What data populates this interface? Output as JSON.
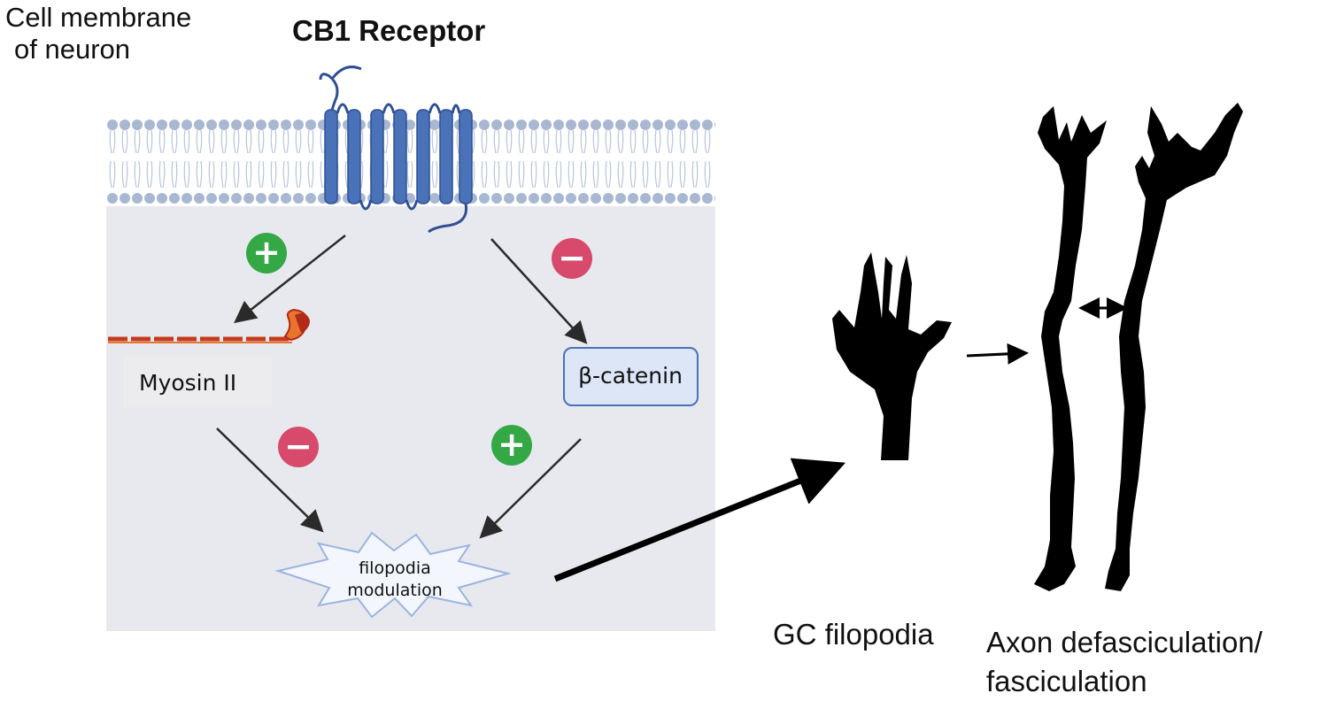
{
  "labels": {
    "membrane_line1": "Cell membrane",
    "membrane_line2": "of neuron",
    "receptor": "CB1 Receptor",
    "myosin": "Myosin II",
    "catenin": "β-catenin",
    "filopodia_line1": "filopodia",
    "filopodia_line2": "modulation",
    "gc_filopodia": "GC filopodia",
    "axon_line1": "Axon defasciculation/",
    "axon_line2": "fasciculation"
  },
  "signs": {
    "plus": "+",
    "minus": "−"
  },
  "colors": {
    "cell_interior": "#e8e9ee",
    "membrane_lipid": "#a8b8d2",
    "receptor": "#4a72b8",
    "plus_badge": "#33a845",
    "minus_badge": "#d84a6b",
    "catenin_box": "#dce6f7",
    "silhouette": "#000000"
  }
}
